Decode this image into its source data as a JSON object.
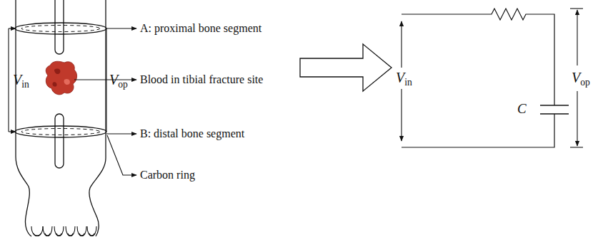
{
  "diagram": {
    "labels": [
      "A: proximal bone segment",
      "Vin",
      "Blood in tibial fracture site",
      "Vop",
      "B: distal bone segment",
      "Carbon ring",
      "Vin",
      "C",
      "Vop"
    ]
  }
}
